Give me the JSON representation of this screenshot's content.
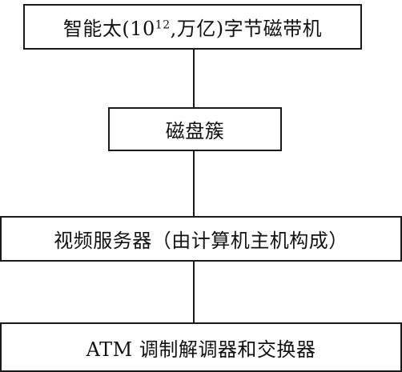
{
  "diagram": {
    "boxes": [
      {
        "label_prefix": "智能太(10",
        "label_superscript": "12",
        "label_suffix": ",万亿)字节磁带机"
      },
      {
        "label": "磁盘簇"
      },
      {
        "label": "视频服务器（由计算机主机构成）"
      },
      {
        "label": "ATM 调制解调器和交换器"
      }
    ]
  }
}
